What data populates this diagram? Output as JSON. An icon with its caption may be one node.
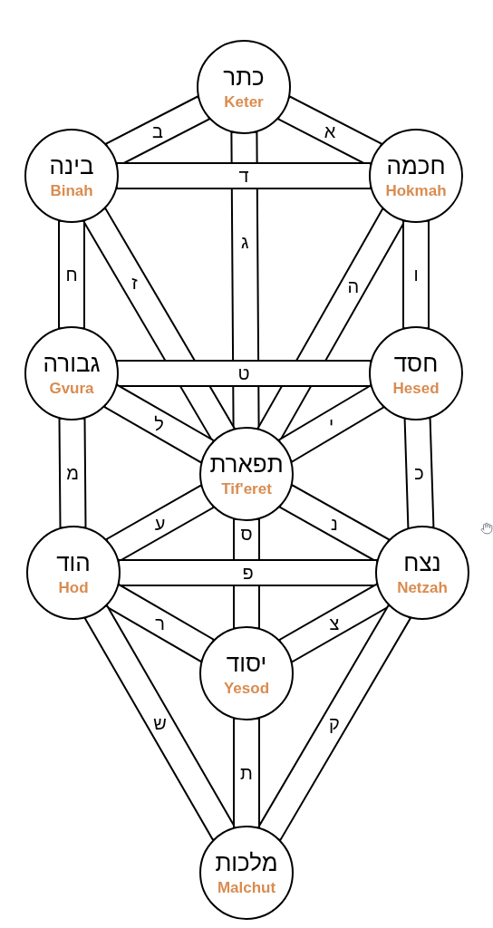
{
  "diagram": {
    "nodes": [
      {
        "text": [
          "כתר",
          "Keter"
        ]
      },
      {
        "text": [
          "בינה",
          "Binah"
        ]
      },
      {
        "text": [
          "חכמה",
          "Hokmah"
        ]
      },
      {
        "text": [
          "גבורה",
          "Gvura"
        ]
      },
      {
        "text": [
          "חסד",
          "Hesed"
        ]
      },
      {
        "text": [
          "תפארת",
          "Tif'eret"
        ]
      },
      {
        "text": [
          "הוד",
          "Hod"
        ]
      },
      {
        "text": [
          "נצח",
          "Netzah"
        ]
      },
      {
        "text": [
          "יסוד",
          "Yesod"
        ]
      },
      {
        "text": [
          "מלכות",
          "Malchut"
        ]
      }
    ],
    "edges": [
      {
        "from": 0,
        "to": 2,
        "arrow": "none",
        "label": "א"
      },
      {
        "from": 0,
        "to": 1,
        "arrow": "none",
        "label": "ב"
      },
      {
        "from": 0,
        "to": 5,
        "arrow": "none",
        "label": "ג"
      },
      {
        "from": 2,
        "to": 1,
        "arrow": "none",
        "label": "ד"
      },
      {
        "from": 2,
        "to": 5,
        "arrow": "none",
        "label": "ה"
      },
      {
        "from": 2,
        "to": 4,
        "arrow": "none",
        "label": "ו"
      },
      {
        "from": 1,
        "to": 5,
        "arrow": "none",
        "label": "ז"
      },
      {
        "from": 1,
        "to": 3,
        "arrow": "none",
        "label": "ח"
      },
      {
        "from": 4,
        "to": 3,
        "arrow": "none",
        "label": "ט"
      },
      {
        "from": 4,
        "to": 5,
        "arrow": "none",
        "label": "י"
      },
      {
        "from": 4,
        "to": 7,
        "arrow": "none",
        "label": "כ"
      },
      {
        "from": 3,
        "to": 5,
        "arrow": "none",
        "label": "ל"
      },
      {
        "from": 3,
        "to": 6,
        "arrow": "none",
        "label": "מ"
      },
      {
        "from": 5,
        "to": 7,
        "arrow": "none",
        "label": "נ"
      },
      {
        "from": 5,
        "to": 8,
        "arrow": "none",
        "label": "ס"
      },
      {
        "from": 5,
        "to": 6,
        "arrow": "none",
        "label": "ע"
      },
      {
        "from": 7,
        "to": 6,
        "arrow": "none",
        "label": "פ"
      },
      {
        "from": 7,
        "to": 8,
        "arrow": "none",
        "label": "צ"
      },
      {
        "from": 7,
        "to": 9,
        "arrow": "none",
        "label": "ק"
      },
      {
        "from": 6,
        "to": 8,
        "arrow": "none",
        "label": "ר"
      },
      {
        "from": 6,
        "to": 9,
        "arrow": "none",
        "label": "ש"
      },
      {
        "from": 8,
        "to": 9,
        "arrow": "none",
        "label": "ת"
      }
    ]
  }
}
